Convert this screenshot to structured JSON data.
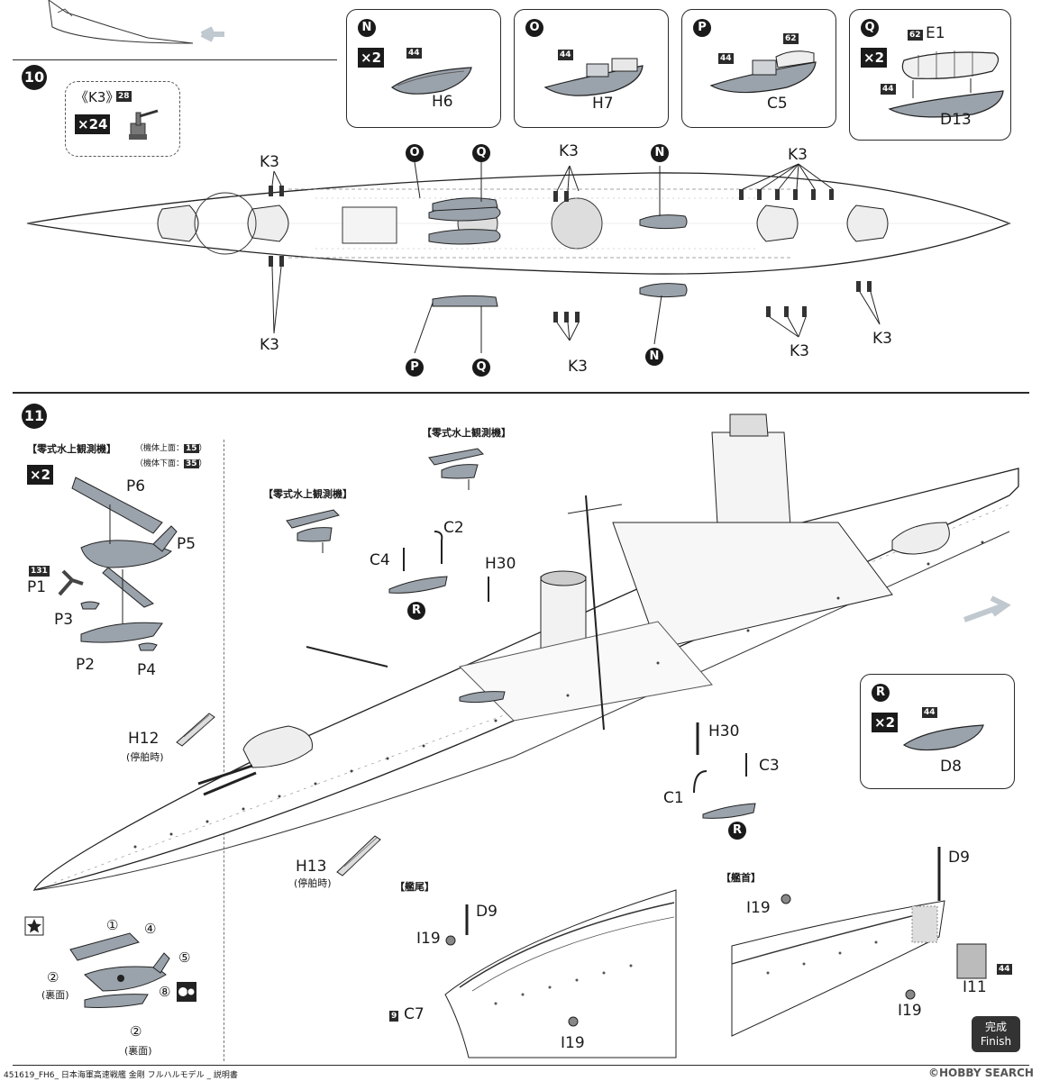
{
  "step10": {
    "number": "10",
    "k3_box": {
      "label": "《K3》",
      "sprue": "28",
      "mult": "×24"
    },
    "panels": [
      {
        "letter": "N",
        "mult": "×2",
        "sprue": "44",
        "part": "H6"
      },
      {
        "letter": "O",
        "sprue": "44",
        "part": "H7"
      },
      {
        "letter": "P",
        "sprue": "44",
        "sprue2": "62",
        "part": "C5"
      },
      {
        "letter": "Q",
        "mult": "×2",
        "sprue": "44",
        "sprue2": "62",
        "part_top": "E1",
        "part": "D13"
      }
    ],
    "callouts": {
      "k3": "K3",
      "o": "O",
      "q": "Q",
      "n": "N",
      "p": "P"
    }
  },
  "step11": {
    "number": "11",
    "plane_title": "【零式水上観測機】",
    "plane_notes": [
      {
        "text": "（機体上面：",
        "sprue": "15",
        "end": "）"
      },
      {
        "text": "（機体下面：",
        "sprue": "35",
        "end": "）"
      }
    ],
    "plane_mult": "×2",
    "plane_parts": [
      "P6",
      "P5",
      "P1",
      "P3",
      "P2",
      "P4"
    ],
    "p1_sprue": "131",
    "plane_label_a": "【零式水上観測機】",
    "plane_label_b": "【零式水上観測機】",
    "parts": {
      "c2": "C2",
      "c4": "C4",
      "h30": "H30",
      "r": "R",
      "h12": "H12",
      "h12_note": "(停舶時)",
      "h13": "H13",
      "h13_note": "(停舶時)",
      "c1": "C1",
      "c3": "C3",
      "h30b": "H30"
    },
    "r_panel": {
      "letter": "R",
      "mult": "×2",
      "sprue": "44",
      "part": "D8"
    },
    "stern_title": "【艦尾】",
    "bow_title": "【艦首】",
    "stern_parts": {
      "d9": "D9",
      "i19": "I19",
      "c7": "C7",
      "c7_sprue": "9",
      "i19b": "I19"
    },
    "bow_parts": {
      "d9": "D9",
      "i19": "I19",
      "i19b": "I19",
      "i11": "I11",
      "i11_sprue": "44"
    },
    "markings": {
      "n1": "①",
      "n2": "②",
      "n2_note": "(裏面)",
      "n4": "④",
      "n5": "⑤",
      "n8": "⑧",
      "n2b": "②",
      "n2b_note": "(裏面)"
    },
    "finish": {
      "jp": "完成",
      "en": "Finish"
    }
  },
  "footer": {
    "code": "451619_FH6_ 日本海軍高速戦艦 金剛 フルハルモデル _ 説明書",
    "watermark": "©HOBBY SEARCH"
  }
}
